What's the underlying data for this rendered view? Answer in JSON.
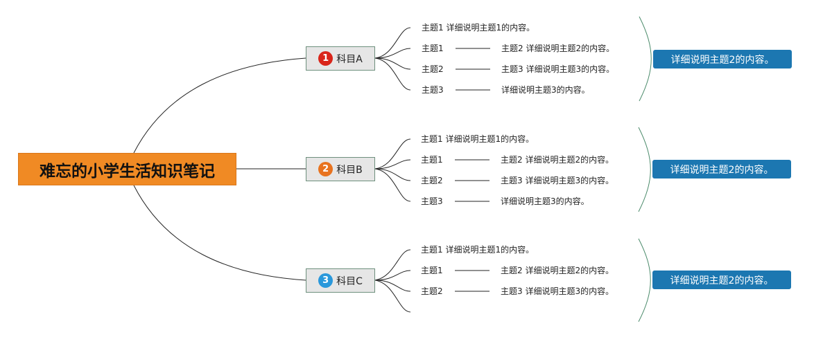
{
  "root": {
    "title": "难忘的小学生活知识笔记"
  },
  "colors": {
    "root_bg": "#f08a24",
    "subject_bg": "#e6e6e6",
    "summary_bg": "#1c77b1",
    "badge_1": "#d9251a",
    "badge_2": "#e8731f",
    "badge_3": "#2a98db"
  },
  "subjects": [
    {
      "badge": "1",
      "label": "科目A",
      "leaves": [
        "主题1 详细说明主题1的内容。",
        "主题1",
        "主题2",
        "主题3"
      ],
      "sub_leaves": [
        "主题2 详细说明主题2的内容。",
        "主题3 详细说明主题3的内容。",
        "详细说明主题3的内容。"
      ],
      "summary": "详细说明主题2的内容。"
    },
    {
      "badge": "2",
      "label": "科目B",
      "leaves": [
        "主题1 详细说明主题1的内容。",
        "主题1",
        "主题2",
        "主题3"
      ],
      "sub_leaves": [
        "主题2 详细说明主题2的内容。",
        "主题3 详细说明主题3的内容。",
        "详细说明主题3的内容。"
      ],
      "summary": "详细说明主题2的内容。"
    },
    {
      "badge": "3",
      "label": "科目C",
      "leaves": [
        "主题1 详细说明主题1的内容。",
        "主题1",
        "主题2"
      ],
      "sub_leaves": [
        "主题2 详细说明主题2的内容。",
        "主题3 详细说明主题3的内容。"
      ],
      "summary": "详细说明主题2的内容。"
    }
  ]
}
